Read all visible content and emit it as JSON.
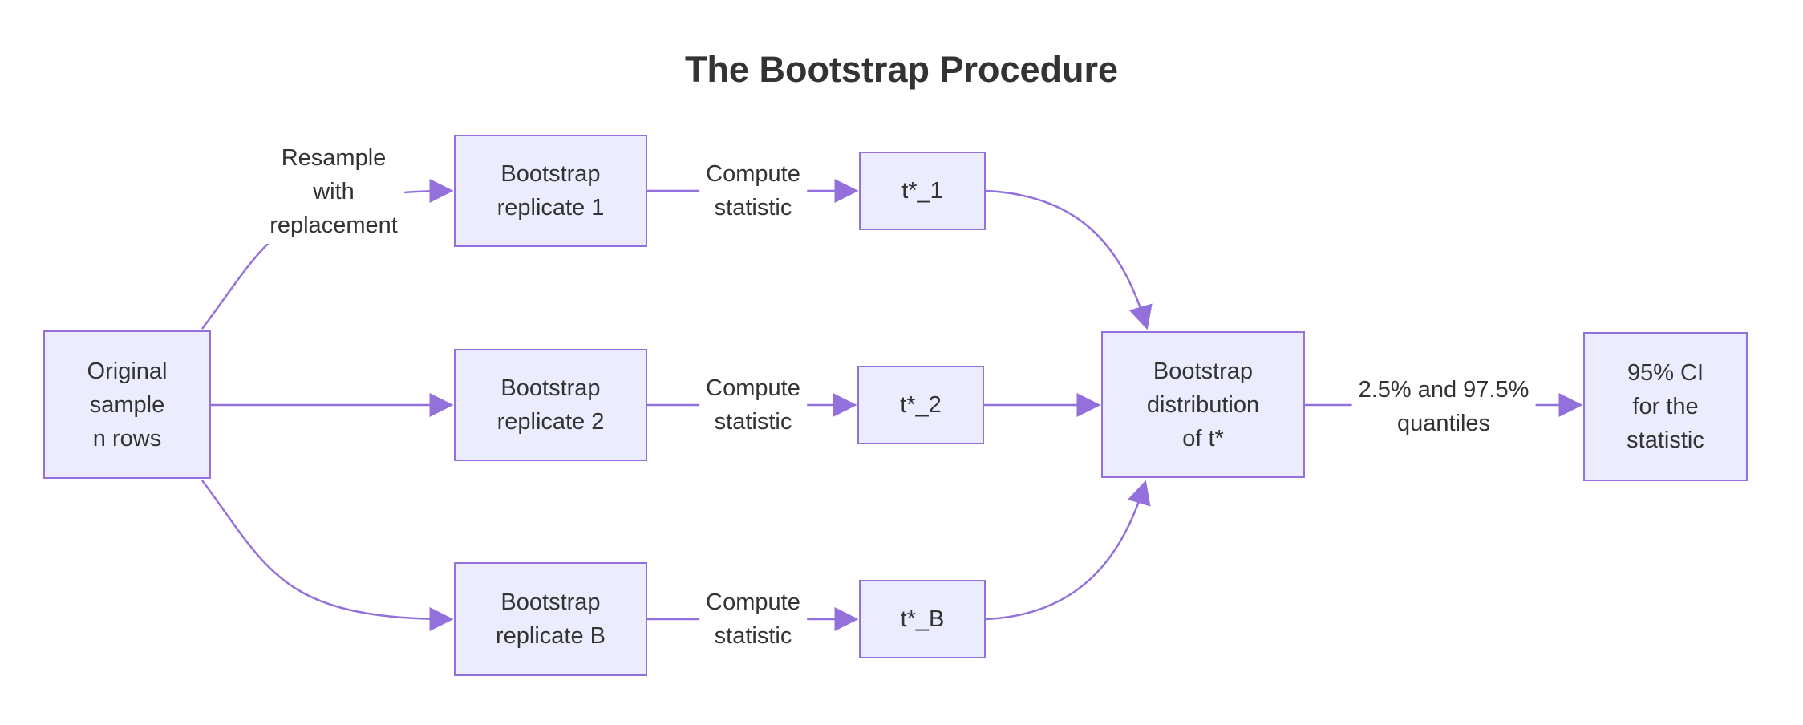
{
  "title": "The Bootstrap Procedure",
  "diagram_type": "flowchart-left-to-right",
  "colors": {
    "background": "#ffffff",
    "node_fill": "#ECECFF",
    "node_border": "#9370DB",
    "edge_stroke": "#9370DB",
    "text": "#333333"
  },
  "nodes": {
    "original": {
      "label": "Original\nsample\nn rows"
    },
    "rep1": {
      "label": "Bootstrap\nreplicate 1"
    },
    "rep2": {
      "label": "Bootstrap\nreplicate 2"
    },
    "repB": {
      "label": "Bootstrap\nreplicate B"
    },
    "t1": {
      "label": "t*_1"
    },
    "t2": {
      "label": "t*_2"
    },
    "tB": {
      "label": "t*_B"
    },
    "dist": {
      "label": "Bootstrap\ndistribution\nof t*"
    },
    "ci": {
      "label": "95% CI\nfor the\nstatistic"
    }
  },
  "edges": [
    {
      "from": "Original sample n rows",
      "to": "Bootstrap replicate 1",
      "label": "Resample\nwith\nreplacement"
    },
    {
      "from": "Original sample n rows",
      "to": "Bootstrap replicate 2",
      "label": ""
    },
    {
      "from": "Original sample n rows",
      "to": "Bootstrap replicate B",
      "label": ""
    },
    {
      "from": "Bootstrap replicate 1",
      "to": "t*_1",
      "label": "Compute\nstatistic"
    },
    {
      "from": "Bootstrap replicate 2",
      "to": "t*_2",
      "label": "Compute\nstatistic"
    },
    {
      "from": "Bootstrap replicate B",
      "to": "t*_B",
      "label": "Compute\nstatistic"
    },
    {
      "from": "t*_1",
      "to": "Bootstrap distribution of t*",
      "label": ""
    },
    {
      "from": "t*_2",
      "to": "Bootstrap distribution of t*",
      "label": ""
    },
    {
      "from": "t*_B",
      "to": "Bootstrap distribution of t*",
      "label": ""
    },
    {
      "from": "Bootstrap distribution of t*",
      "to": "95% CI for the statistic",
      "label": "2.5% and 97.5%\nquantiles"
    }
  ]
}
